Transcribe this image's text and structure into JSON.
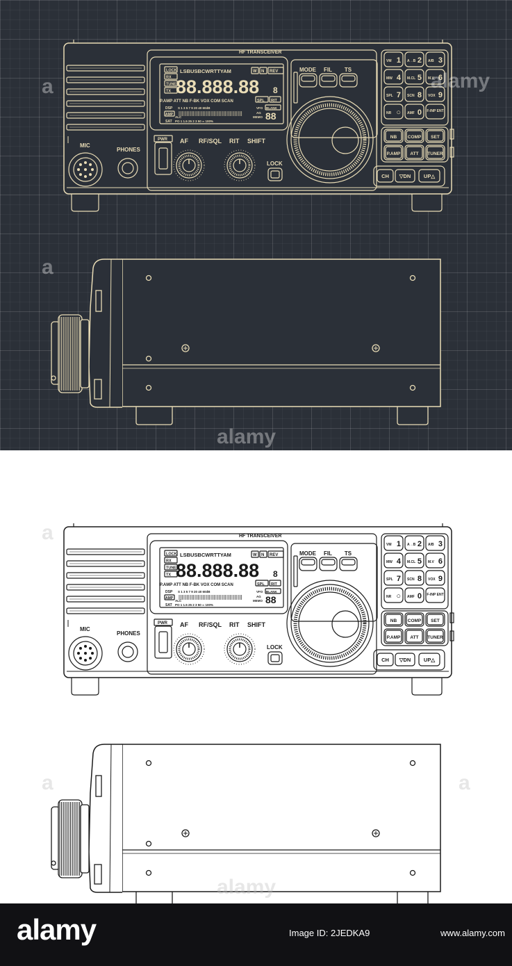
{
  "radio": {
    "title": "HF TRANSCEIVER",
    "mic": "MIC",
    "phones": "PHONES",
    "pwr": "PWR",
    "knob_af": "AF",
    "knob_rfsql": "RF/SQL",
    "knob_rit": "RIT",
    "knob_shift": "SHIFT",
    "lock": "LOCK",
    "top_buttons": [
      "MODE",
      "FIL",
      "TS"
    ],
    "display": {
      "left_tags": [
        "LOCK",
        "RX",
        "TUNE",
        "TX"
      ],
      "modes": "LSBUSBCWRTTYAM",
      "frequency": "88.888.88",
      "small_digit": "8",
      "top_right_tags": [
        "W",
        "N",
        "REV"
      ],
      "right_tags": [
        "SPL",
        "RIT"
      ],
      "right_small": "VFO",
      "blank_tag": "BLANK",
      "chan_digits": "88",
      "func_row": "P.AMP ATT NB F-BK VOX COM SCAN",
      "dsp": "DSP",
      "amp": "AMP",
      "sat": "SAT",
      "scale_s": "S 1  3  5  7  9  20  40  60dB",
      "scale_po": "PO 1  1.5  25  2  3  50  ∞ 100%",
      "alc": "ALC",
      "ag": "AG",
      "memo": "MEMO"
    },
    "keypad": [
      {
        "fn": "VM",
        "num": "1"
      },
      {
        "fn": "A→B",
        "num": "2"
      },
      {
        "fn": "A/B",
        "num": "3"
      },
      {
        "fn": "MW",
        "num": "4"
      },
      {
        "fn": "M.CL",
        "num": "5"
      },
      {
        "fn": "M.V",
        "num": "6"
      },
      {
        "fn": "SPL",
        "num": "7"
      },
      {
        "fn": "SCN",
        "num": "8"
      },
      {
        "fn": "VOX",
        "num": "9"
      },
      {
        "fn": "NR",
        "num": "○"
      },
      {
        "fn": "AMF",
        "num": "0"
      },
      {
        "fn": "F-INP ENT",
        "num": ""
      }
    ],
    "mid_buttons": [
      "NB",
      "COMP",
      "SET"
    ],
    "low_buttons": [
      "P.AMP",
      "ATT",
      "TUNER"
    ],
    "ch_buttons": [
      "CH",
      "▽DN",
      "UP△"
    ]
  },
  "watermarks": [
    "a",
    "alamy",
    "a",
    "alamy",
    "a",
    "a",
    "a",
    "alamy"
  ],
  "footer": {
    "logo": "alamy",
    "image_id": "Image ID: 2JEDKA9",
    "url": "www.alamy.com"
  },
  "theme": {
    "dark_bg": "#2b3038",
    "dark_line": "#e9dcb6",
    "light_bg": "#ffffff",
    "light_line": "#1a1a1a",
    "footer_bg": "#111114"
  }
}
